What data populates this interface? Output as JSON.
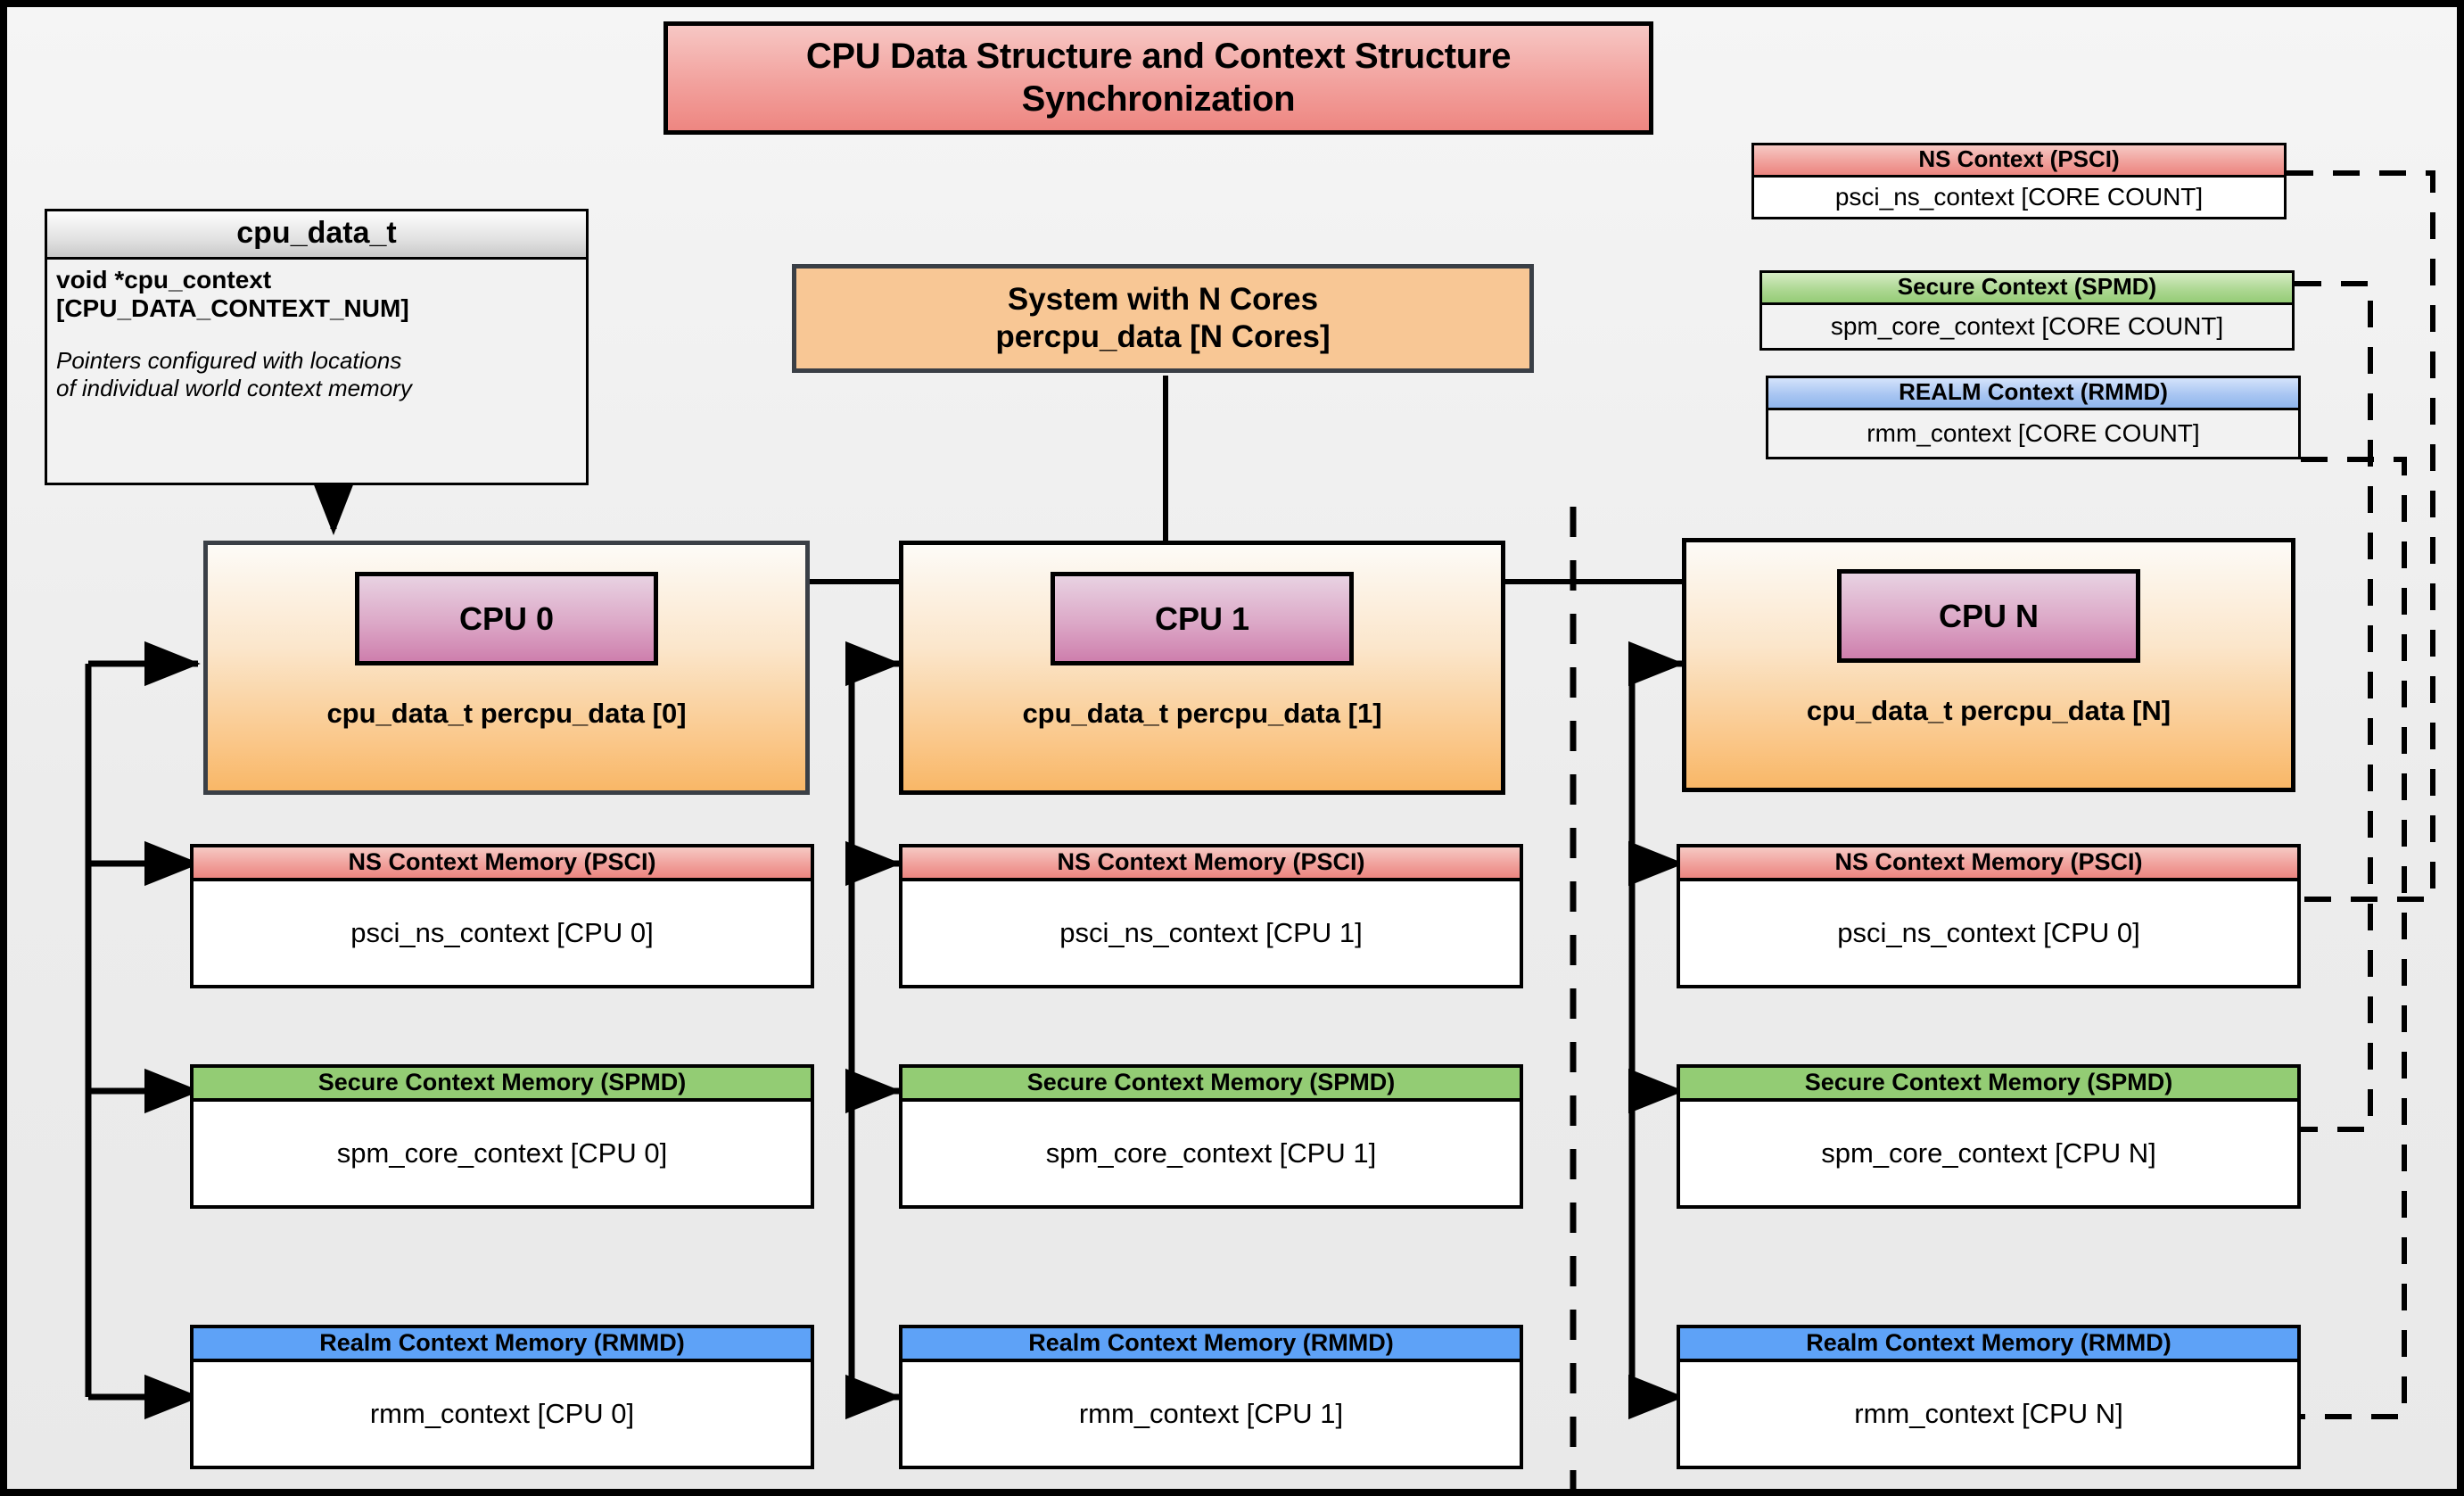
{
  "diagram": {
    "title": "CPU Data Structure and Context Structure Synchronization",
    "colors": {
      "ns_red": "#ef8b86",
      "secure_green": "#93cc74",
      "realm_blue": "#5ea2f7",
      "cpu_orange": "#f9b767",
      "system_peach": "#f8c795",
      "cpu_chip_magenta": "#ce7fad",
      "frame_black": "#000000",
      "canvas_gray": "#ececec"
    }
  },
  "cpu_data_struct": {
    "name": "cpu_data_t",
    "attribute_line1": "void  *cpu_context",
    "attribute_line2": "[CPU_DATA_CONTEXT_NUM]",
    "note_line1": "Pointers configured with locations",
    "note_line2": "of individual world context memory"
  },
  "system": {
    "line1": "System with N Cores",
    "line2": "percpu_data [N Cores]"
  },
  "legend": [
    {
      "id": "ns",
      "header": "NS Context  (PSCI)",
      "body": "psci_ns_context [CORE COUNT]"
    },
    {
      "id": "secure",
      "header": "Secure Context (SPMD)",
      "body": "spm_core_context [CORE COUNT]"
    },
    {
      "id": "realm",
      "header": "REALM Context (RMMD)",
      "body": "rmm_context [CORE COUNT]"
    }
  ],
  "cpus": [
    {
      "id": "cpu0",
      "chip": "CPU 0",
      "caption": "cpu_data_t percpu_data [0]",
      "contexts": [
        {
          "id": "ns",
          "header": "NS Context Memory (PSCI)",
          "body": "psci_ns_context [CPU 0]"
        },
        {
          "id": "secure",
          "header": "Secure Context Memory (SPMD)",
          "body": "spm_core_context [CPU 0]"
        },
        {
          "id": "realm",
          "header": "Realm Context Memory (RMMD)",
          "body": "rmm_context [CPU 0]"
        }
      ]
    },
    {
      "id": "cpu1",
      "chip": "CPU 1",
      "caption": "cpu_data_t percpu_data [1]",
      "contexts": [
        {
          "id": "ns",
          "header": "NS Context Memory (PSCI)",
          "body": "psci_ns_context [CPU 1]"
        },
        {
          "id": "secure",
          "header": "Secure Context Memory (SPMD)",
          "body": "spm_core_context [CPU 1]"
        },
        {
          "id": "realm",
          "header": "Realm Context Memory (RMMD)",
          "body": "rmm_context [CPU 1]"
        }
      ]
    },
    {
      "id": "cpun",
      "chip": "CPU N",
      "caption": "cpu_data_t percpu_data [N]",
      "contexts": [
        {
          "id": "ns",
          "header": "NS Context Memory (PSCI)",
          "body": "psci_ns_context [CPU 0]"
        },
        {
          "id": "secure",
          "header": "Secure Context Memory (SPMD)",
          "body": "spm_core_context [CPU N]"
        },
        {
          "id": "realm",
          "header": "Realm Context Memory (RMMD)",
          "body": "rmm_context [CPU N]"
        }
      ]
    }
  ]
}
